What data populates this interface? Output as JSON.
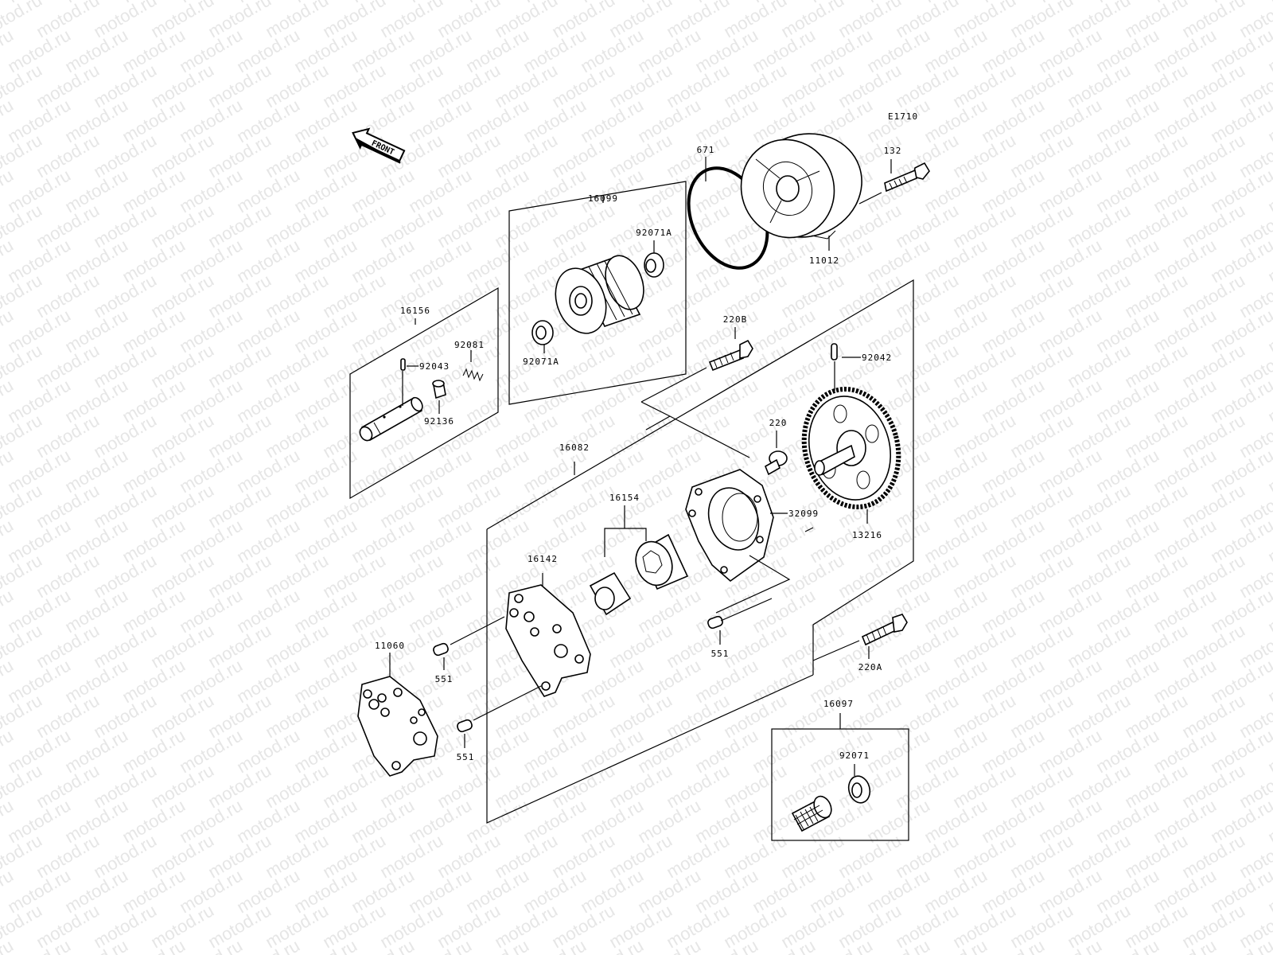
{
  "diagram_code": "E1710",
  "front_label": "FRONT",
  "watermark": "motod.ru",
  "labels": {
    "p671": "671",
    "p132": "132",
    "p11012": "11012",
    "p16099": "16099",
    "p92071A_top": "92071A",
    "p92071A_bot": "92071A",
    "p16156": "16156",
    "p92081": "92081",
    "p92043": "92043",
    "p92136": "92136",
    "p220B": "220B",
    "p92042": "92042",
    "p220": "220",
    "p16082": "16082",
    "p16154": "16154",
    "p32099": "32099",
    "p13216": "13216",
    "p16142": "16142",
    "p11060": "11060",
    "p551_a": "551",
    "p551_b": "551",
    "p551_c": "551",
    "p220A": "220A",
    "p16097": "16097",
    "p92071": "92071"
  }
}
